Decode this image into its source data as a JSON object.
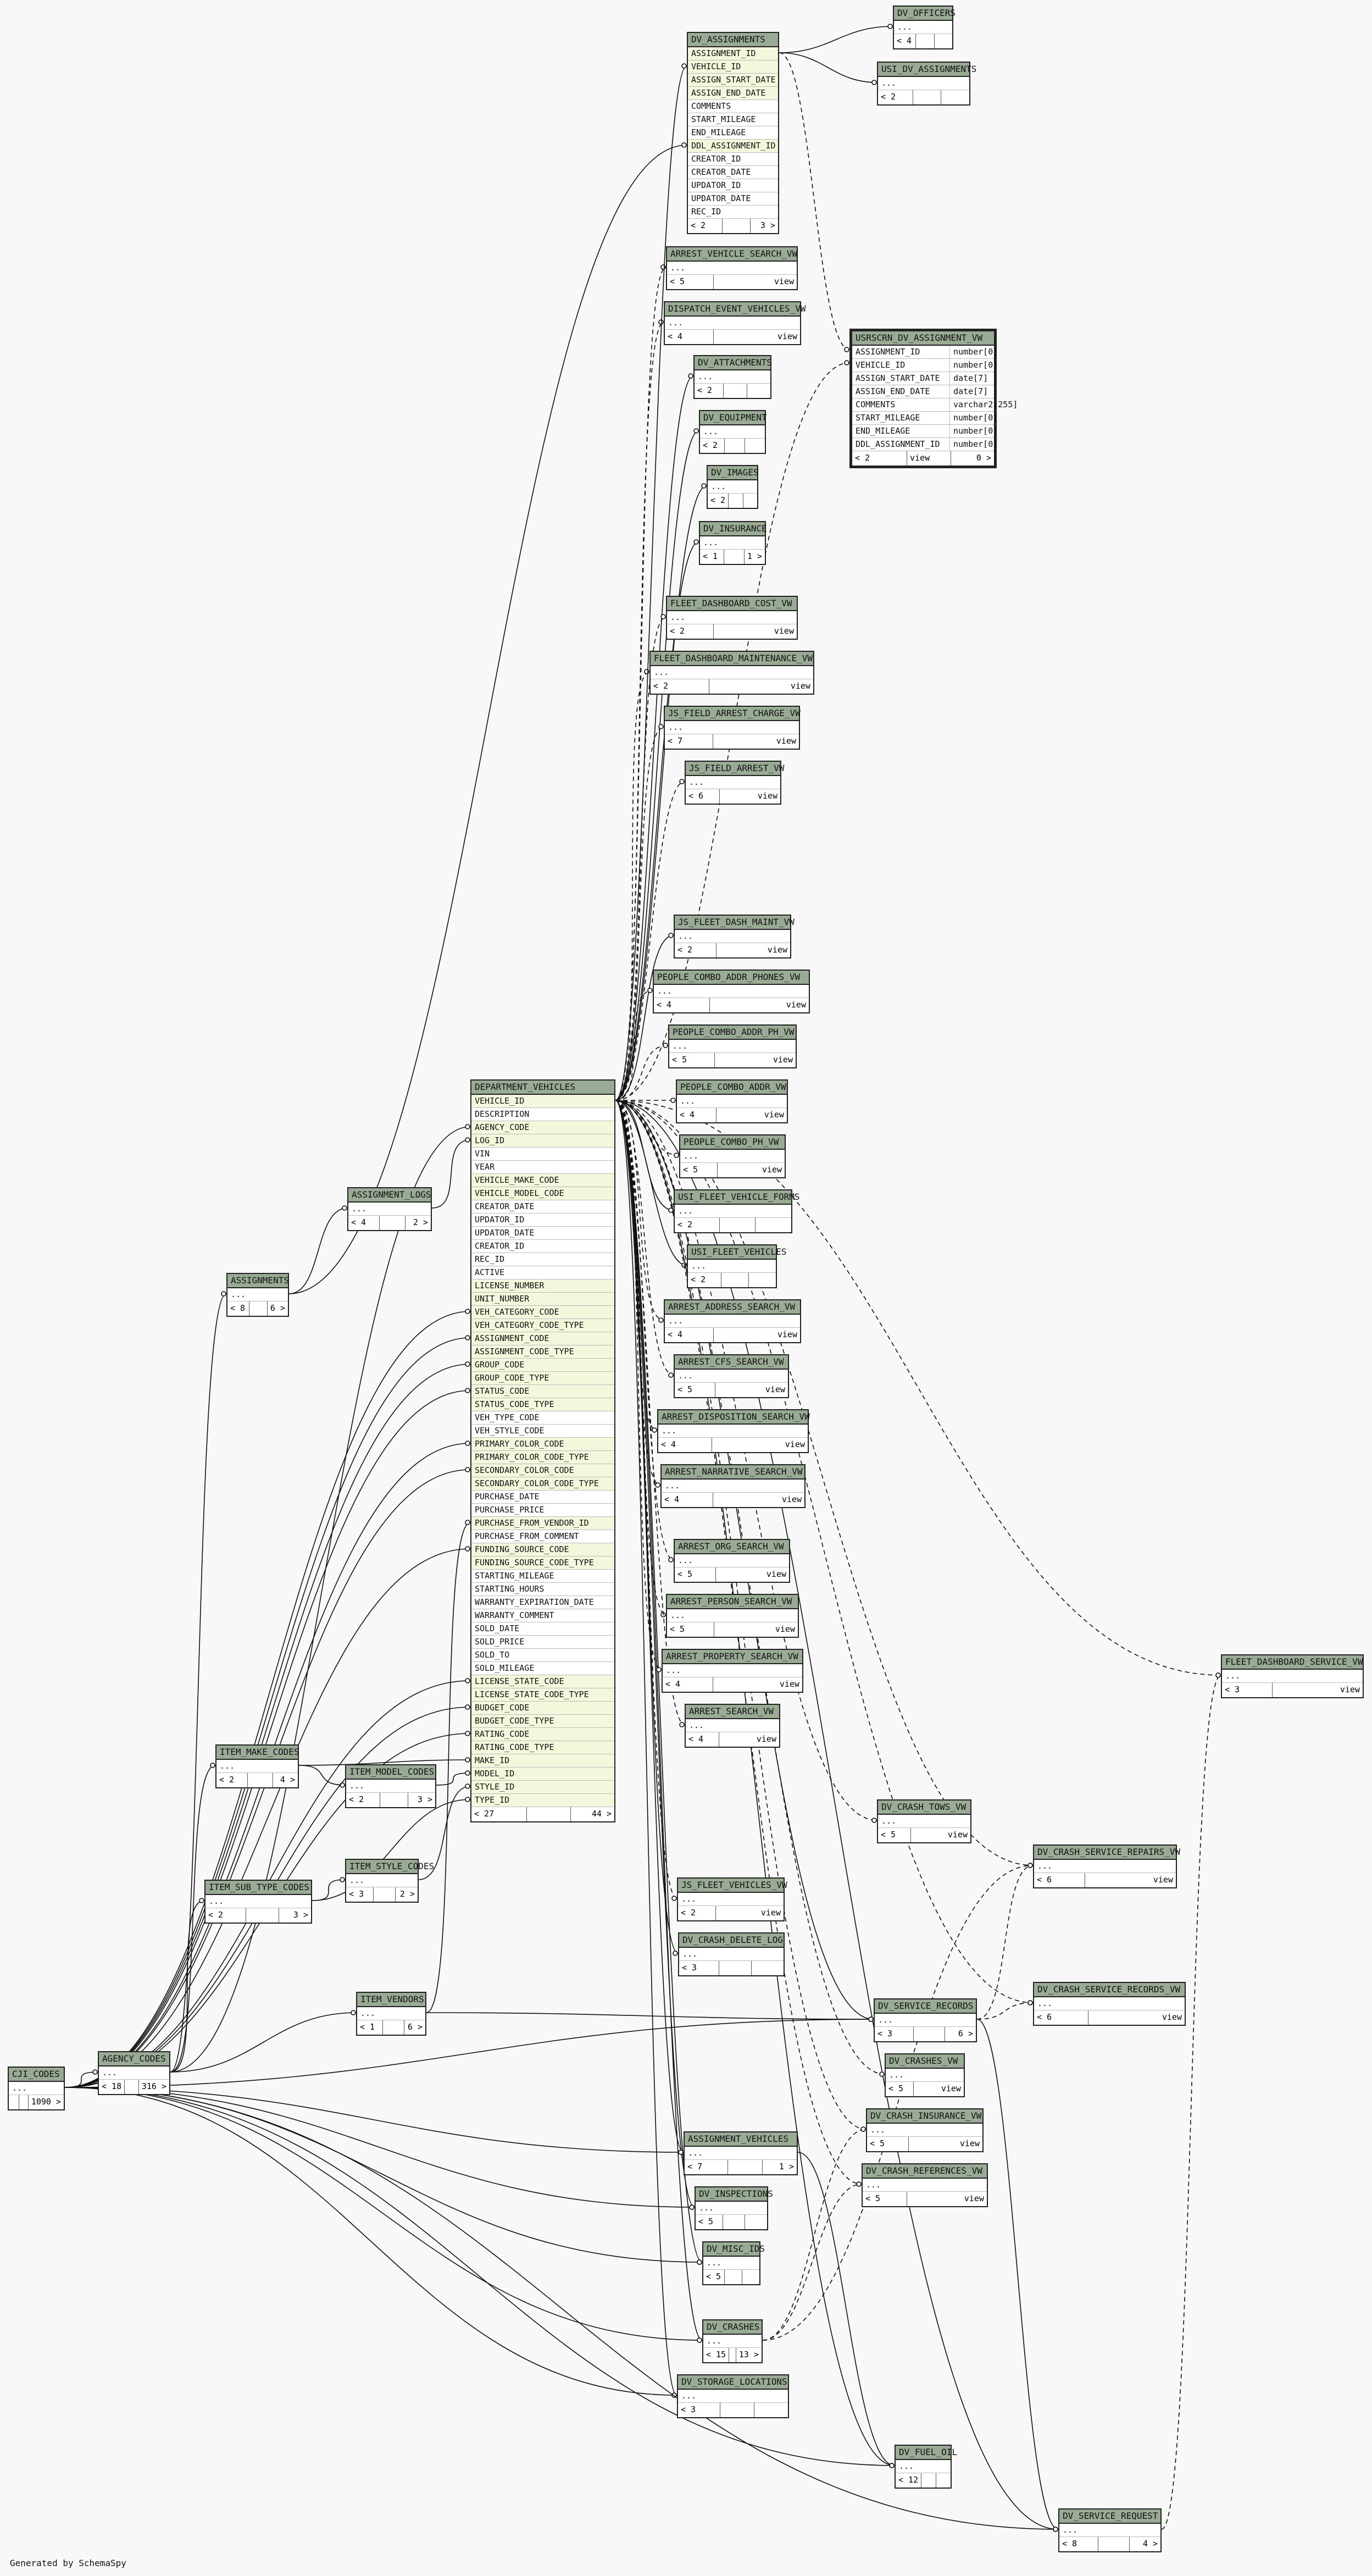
{
  "footer": "Generated by SchemaSpy",
  "tables": [
    {
      "id": "dv_assignments",
      "name": "DV_ASSIGNMENTS",
      "rows": [
        "ASSIGNMENT_ID",
        "VEHICLE_ID",
        "ASSIGN_START_DATE",
        "ASSIGN_END_DATE",
        "COMMENTS",
        "START_MILEAGE",
        "END_MILEAGE",
        "DDL_ASSIGNMENT_ID",
        "CREATOR_ID",
        "CREATOR_DATE",
        "UPDATOR_ID",
        "UPDATOR_DATE",
        "REC_ID"
      ],
      "keys": [
        0,
        1,
        2,
        3,
        7
      ],
      "parents": "< 2",
      "children": "3 >"
    },
    {
      "id": "dv_officers",
      "name": "DV_OFFICERS",
      "rows": [
        "..."
      ],
      "parents": "< 4",
      "children": ""
    },
    {
      "id": "usi_dv_assignments",
      "name": "USI_DV_ASSIGNMENTS",
      "rows": [
        "..."
      ],
      "parents": "< 2",
      "children": ""
    },
    {
      "id": "arrest_vehicle_search_vw",
      "name": "ARREST_VEHICLE_SEARCH_VW",
      "rows": [
        "..."
      ],
      "parents": "< 5",
      "children": "view"
    },
    {
      "id": "dispatch_event_vehicles_vw",
      "name": "DISPATCH_EVENT_VEHICLES_VW",
      "rows": [
        "..."
      ],
      "parents": "< 4",
      "children": "view"
    },
    {
      "id": "usrscrn_dv_assignment_vw",
      "name": "USRSCRN_DV_ASSIGNMENT_VW",
      "cols": [
        [
          "ASSIGNMENT_ID",
          "number[0]"
        ],
        [
          "VEHICLE_ID",
          "number[0]"
        ],
        [
          "ASSIGN_START_DATE",
          "date[7]"
        ],
        [
          "ASSIGN_END_DATE",
          "date[7]"
        ],
        [
          "COMMENTS",
          "varchar2[255]"
        ],
        [
          "START_MILEAGE",
          "number[0]"
        ],
        [
          "END_MILEAGE",
          "number[0]"
        ],
        [
          "DDL_ASSIGNMENT_ID",
          "number[0]"
        ]
      ],
      "parents": "< 2",
      "children": "view",
      "children2": "0 >"
    },
    {
      "id": "dv_attachments",
      "name": "DV_ATTACHMENTS",
      "rows": [
        "..."
      ],
      "parents": "< 2",
      "children": ""
    },
    {
      "id": "dv_equipment",
      "name": "DV_EQUIPMENT",
      "rows": [
        "..."
      ],
      "parents": "< 2",
      "children": ""
    },
    {
      "id": "dv_images",
      "name": "DV_IMAGES",
      "rows": [
        "..."
      ],
      "parents": "< 2",
      "children": ""
    },
    {
      "id": "dv_insurance",
      "name": "DV_INSURANCE",
      "rows": [
        "..."
      ],
      "parents": "< 1",
      "children": "1 >"
    },
    {
      "id": "fleet_dashboard_cost_vw",
      "name": "FLEET_DASHBOARD_COST_VW",
      "rows": [
        "..."
      ],
      "parents": "< 2",
      "children": "view"
    },
    {
      "id": "fleet_dashboard_maintenance_vw",
      "name": "FLEET_DASHBOARD_MAINTENANCE_VW",
      "rows": [
        "..."
      ],
      "parents": "< 2",
      "children": "view"
    },
    {
      "id": "js_field_arrest_charge_vw",
      "name": "JS_FIELD_ARREST_CHARGE_VW",
      "rows": [
        "..."
      ],
      "parents": "< 7",
      "children": "view"
    },
    {
      "id": "js_field_arrest_vw",
      "name": "JS_FIELD_ARREST_VW",
      "rows": [
        "..."
      ],
      "parents": "< 6",
      "children": "view"
    },
    {
      "id": "js_fleet_dash_maint_vw",
      "name": "JS_FLEET_DASH_MAINT_VW",
      "rows": [
        "..."
      ],
      "parents": "< 2",
      "children": "view"
    },
    {
      "id": "people_combo_addr_phones_vw",
      "name": "PEOPLE_COMBO_ADDR_PHONES_VW",
      "rows": [
        "..."
      ],
      "parents": "< 4",
      "children": "view"
    },
    {
      "id": "people_combo_addr_ph_vw",
      "name": "PEOPLE_COMBO_ADDR_PH_VW",
      "rows": [
        "..."
      ],
      "parents": "< 5",
      "children": "view"
    },
    {
      "id": "people_combo_addr_vw",
      "name": "PEOPLE_COMBO_ADDR_VW",
      "rows": [
        "..."
      ],
      "parents": "< 4",
      "children": "view"
    },
    {
      "id": "people_combo_ph_vw",
      "name": "PEOPLE_COMBO_PH_VW",
      "rows": [
        "..."
      ],
      "parents": "< 5",
      "children": "view"
    },
    {
      "id": "usi_fleet_vehicle_forms",
      "name": "USI_FLEET_VEHICLE_FORMS",
      "rows": [
        "..."
      ],
      "parents": "< 2",
      "children": ""
    },
    {
      "id": "usi_fleet_vehicles",
      "name": "USI_FLEET_VEHICLES",
      "rows": [
        "..."
      ],
      "parents": "< 2",
      "children": ""
    },
    {
      "id": "arrest_address_search_vw",
      "name": "ARREST_ADDRESS_SEARCH_VW",
      "rows": [
        "..."
      ],
      "parents": "< 4",
      "children": "view"
    },
    {
      "id": "arrest_cfs_search_vw",
      "name": "ARREST_CFS_SEARCH_VW",
      "rows": [
        "..."
      ],
      "parents": "< 5",
      "children": "view"
    },
    {
      "id": "arrest_disposition_search_vw",
      "name": "ARREST_DISPOSITION_SEARCH_VW",
      "rows": [
        "..."
      ],
      "parents": "< 4",
      "children": "view"
    },
    {
      "id": "arrest_narrative_search_vw",
      "name": "ARREST_NARRATIVE_SEARCH_VW",
      "rows": [
        "..."
      ],
      "parents": "< 4",
      "children": "view"
    },
    {
      "id": "arrest_org_search_vw",
      "name": "ARREST_ORG_SEARCH_VW",
      "rows": [
        "..."
      ],
      "parents": "< 5",
      "children": "view"
    },
    {
      "id": "arrest_person_search_vw",
      "name": "ARREST_PERSON_SEARCH_VW",
      "rows": [
        "..."
      ],
      "parents": "< 5",
      "children": "view"
    },
    {
      "id": "arrest_property_search_vw",
      "name": "ARREST_PROPERTY_SEARCH_VW",
      "rows": [
        "..."
      ],
      "parents": "< 4",
      "children": "view"
    },
    {
      "id": "arrest_search_vw",
      "name": "ARREST_SEARCH_VW",
      "rows": [
        "..."
      ],
      "parents": "< 4",
      "children": "view"
    },
    {
      "id": "department_vehicles",
      "name": "DEPARTMENT_VEHICLES",
      "rows": [
        "VEHICLE_ID",
        "DESCRIPTION",
        "AGENCY_CODE",
        "LOG_ID",
        "VIN",
        "YEAR",
        "VEHICLE_MAKE_CODE",
        "VEHICLE_MODEL_CODE",
        "CREATOR_DATE",
        "UPDATOR_ID",
        "UPDATOR_DATE",
        "CREATOR_ID",
        "REC_ID",
        "ACTIVE",
        "LICENSE_NUMBER",
        "UNIT_NUMBER",
        "VEH_CATEGORY_CODE",
        "VEH_CATEGORY_CODE_TYPE",
        "ASSIGNMENT_CODE",
        "ASSIGNMENT_CODE_TYPE",
        "GROUP_CODE",
        "GROUP_CODE_TYPE",
        "STATUS_CODE",
        "STATUS_CODE_TYPE",
        "VEH_TYPE_CODE",
        "VEH_STYLE_CODE",
        "PRIMARY_COLOR_CODE",
        "PRIMARY_COLOR_CODE_TYPE",
        "SECONDARY_COLOR_CODE",
        "SECONDARY_COLOR_CODE_TYPE",
        "PURCHASE_DATE",
        "PURCHASE_PRICE",
        "PURCHASE_FROM_VENDOR_ID",
        "PURCHASE_FROM_COMMENT",
        "FUNDING_SOURCE_CODE",
        "FUNDING_SOURCE_CODE_TYPE",
        "STARTING_MILEAGE",
        "STARTING_HOURS",
        "WARRANTY_EXPIRATION_DATE",
        "WARRANTY_COMMENT",
        "SOLD_DATE",
        "SOLD_PRICE",
        "SOLD_TO",
        "SOLD_MILEAGE",
        "LICENSE_STATE_CODE",
        "LICENSE_STATE_CODE_TYPE",
        "BUDGET_CODE",
        "BUDGET_CODE_TYPE",
        "RATING_CODE",
        "RATING_CODE_TYPE",
        "MAKE_ID",
        "MODEL_ID",
        "STYLE_ID",
        "TYPE_ID"
      ],
      "keys": [
        0,
        2,
        3,
        6,
        7,
        14,
        15,
        16,
        17,
        18,
        19,
        20,
        21,
        22,
        23,
        26,
        27,
        28,
        29,
        32,
        34,
        35,
        44,
        45,
        46,
        47,
        48,
        49,
        50,
        51,
        52,
        53
      ],
      "parents": "< 27",
      "children": "44 >"
    },
    {
      "id": "assignment_logs",
      "name": "ASSIGNMENT_LOGS",
      "rows": [
        "..."
      ],
      "parents": "< 4",
      "children": "2 >"
    },
    {
      "id": "assignments",
      "name": "ASSIGNMENTS",
      "rows": [
        "..."
      ],
      "parents": "< 8",
      "children": "6 >"
    },
    {
      "id": "item_make_codes",
      "name": "ITEM_MAKE_CODES",
      "rows": [
        "..."
      ],
      "parents": "< 2",
      "children": "4 >"
    },
    {
      "id": "item_model_codes",
      "name": "ITEM_MODEL_CODES",
      "rows": [
        "..."
      ],
      "parents": "< 2",
      "children": "3 >"
    },
    {
      "id": "item_style_codes",
      "name": "ITEM_STYLE_CODES",
      "rows": [
        "..."
      ],
      "parents": "< 3",
      "children": "2 >"
    },
    {
      "id": "item_sub_type_codes",
      "name": "ITEM_SUB_TYPE_CODES",
      "rows": [
        "..."
      ],
      "parents": "< 2",
      "children": "3 >"
    },
    {
      "id": "item_vendors",
      "name": "ITEM_VENDORS",
      "rows": [
        "..."
      ],
      "parents": "< 1",
      "children": "6 >"
    },
    {
      "id": "agency_codes",
      "name": "AGENCY_CODES",
      "rows": [
        "..."
      ],
      "parents": "< 18",
      "children": "316 >"
    },
    {
      "id": "cji_codes",
      "name": "CJI_CODES",
      "rows": [
        "..."
      ],
      "parents": "",
      "children": "1090 >"
    },
    {
      "id": "fleet_dashboard_service_vw",
      "name": "FLEET_DASHBOARD_SERVICE_VW",
      "rows": [
        "..."
      ],
      "parents": "< 3",
      "children": "view"
    },
    {
      "id": "dv_crash_tows_vw",
      "name": "DV_CRASH_TOWS_VW",
      "rows": [
        "..."
      ],
      "parents": "< 5",
      "children": "view"
    },
    {
      "id": "dv_crash_service_repairs_vw",
      "name": "DV_CRASH_SERVICE_REPAIRS_VW",
      "rows": [
        "..."
      ],
      "parents": "< 6",
      "children": "view"
    },
    {
      "id": "js_fleet_vehicles_vw",
      "name": "JS_FLEET_VEHICLES_VW",
      "rows": [
        "..."
      ],
      "parents": "< 2",
      "children": "view"
    },
    {
      "id": "dv_crash_delete_log",
      "name": "DV_CRASH_DELETE_LOG",
      "rows": [
        "..."
      ],
      "parents": "< 3",
      "children": ""
    },
    {
      "id": "dv_crash_service_records_vw",
      "name": "DV_CRASH_SERVICE_RECORDS_VW",
      "rows": [
        "..."
      ],
      "parents": "< 6",
      "children": "view"
    },
    {
      "id": "dv_service_records",
      "name": "DV_SERVICE_RECORDS",
      "rows": [
        "..."
      ],
      "parents": "< 3",
      "children": "6 >"
    },
    {
      "id": "dv_crashes_vw",
      "name": "DV_CRASHES_VW",
      "rows": [
        "..."
      ],
      "parents": "< 5",
      "children": "view"
    },
    {
      "id": "dv_crash_insurance_vw",
      "name": "DV_CRASH_INSURANCE_VW",
      "rows": [
        "..."
      ],
      "parents": "< 5",
      "children": "view"
    },
    {
      "id": "assignment_vehicles",
      "name": "ASSIGNMENT_VEHICLES",
      "rows": [
        "..."
      ],
      "parents": "< 7",
      "children": "1 >"
    },
    {
      "id": "dv_crash_references_vw",
      "name": "DV_CRASH_REFERENCES_VW",
      "rows": [
        "..."
      ],
      "parents": "< 5",
      "children": "view"
    },
    {
      "id": "dv_inspections",
      "name": "DV_INSPECTIONS",
      "rows": [
        "..."
      ],
      "parents": "< 5",
      "children": ""
    },
    {
      "id": "dv_misc_ids",
      "name": "DV_MISC_IDS",
      "rows": [
        "..."
      ],
      "parents": "< 5",
      "children": ""
    },
    {
      "id": "dv_crashes",
      "name": "DV_CRASHES",
      "rows": [
        "..."
      ],
      "parents": "< 15",
      "children": "13 >"
    },
    {
      "id": "dv_storage_locations",
      "name": "DV_STORAGE_LOCATIONS",
      "rows": [
        "..."
      ],
      "parents": "< 3",
      "children": ""
    },
    {
      "id": "dv_fuel_oil",
      "name": "DV_FUEL_OIL",
      "rows": [
        "..."
      ],
      "parents": "< 12",
      "children": ""
    },
    {
      "id": "dv_service_request",
      "name": "DV_SERVICE_REQUEST",
      "rows": [
        "..."
      ],
      "parents": "< 8",
      "children": "4 >"
    }
  ]
}
